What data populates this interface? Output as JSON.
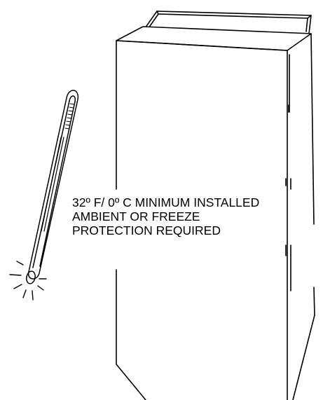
{
  "diagram": {
    "label_lines": [
      "32º F/ 0º C MINIMUM INSTALLED",
      "AMBIENT OR FREEZE",
      "PROTECTION REQUIRED"
    ],
    "colors": {
      "line": "#000000",
      "background": "#ffffff"
    },
    "icons": {
      "thermometer": "thermometer-icon",
      "appliance": "furnace-cabinet"
    }
  }
}
